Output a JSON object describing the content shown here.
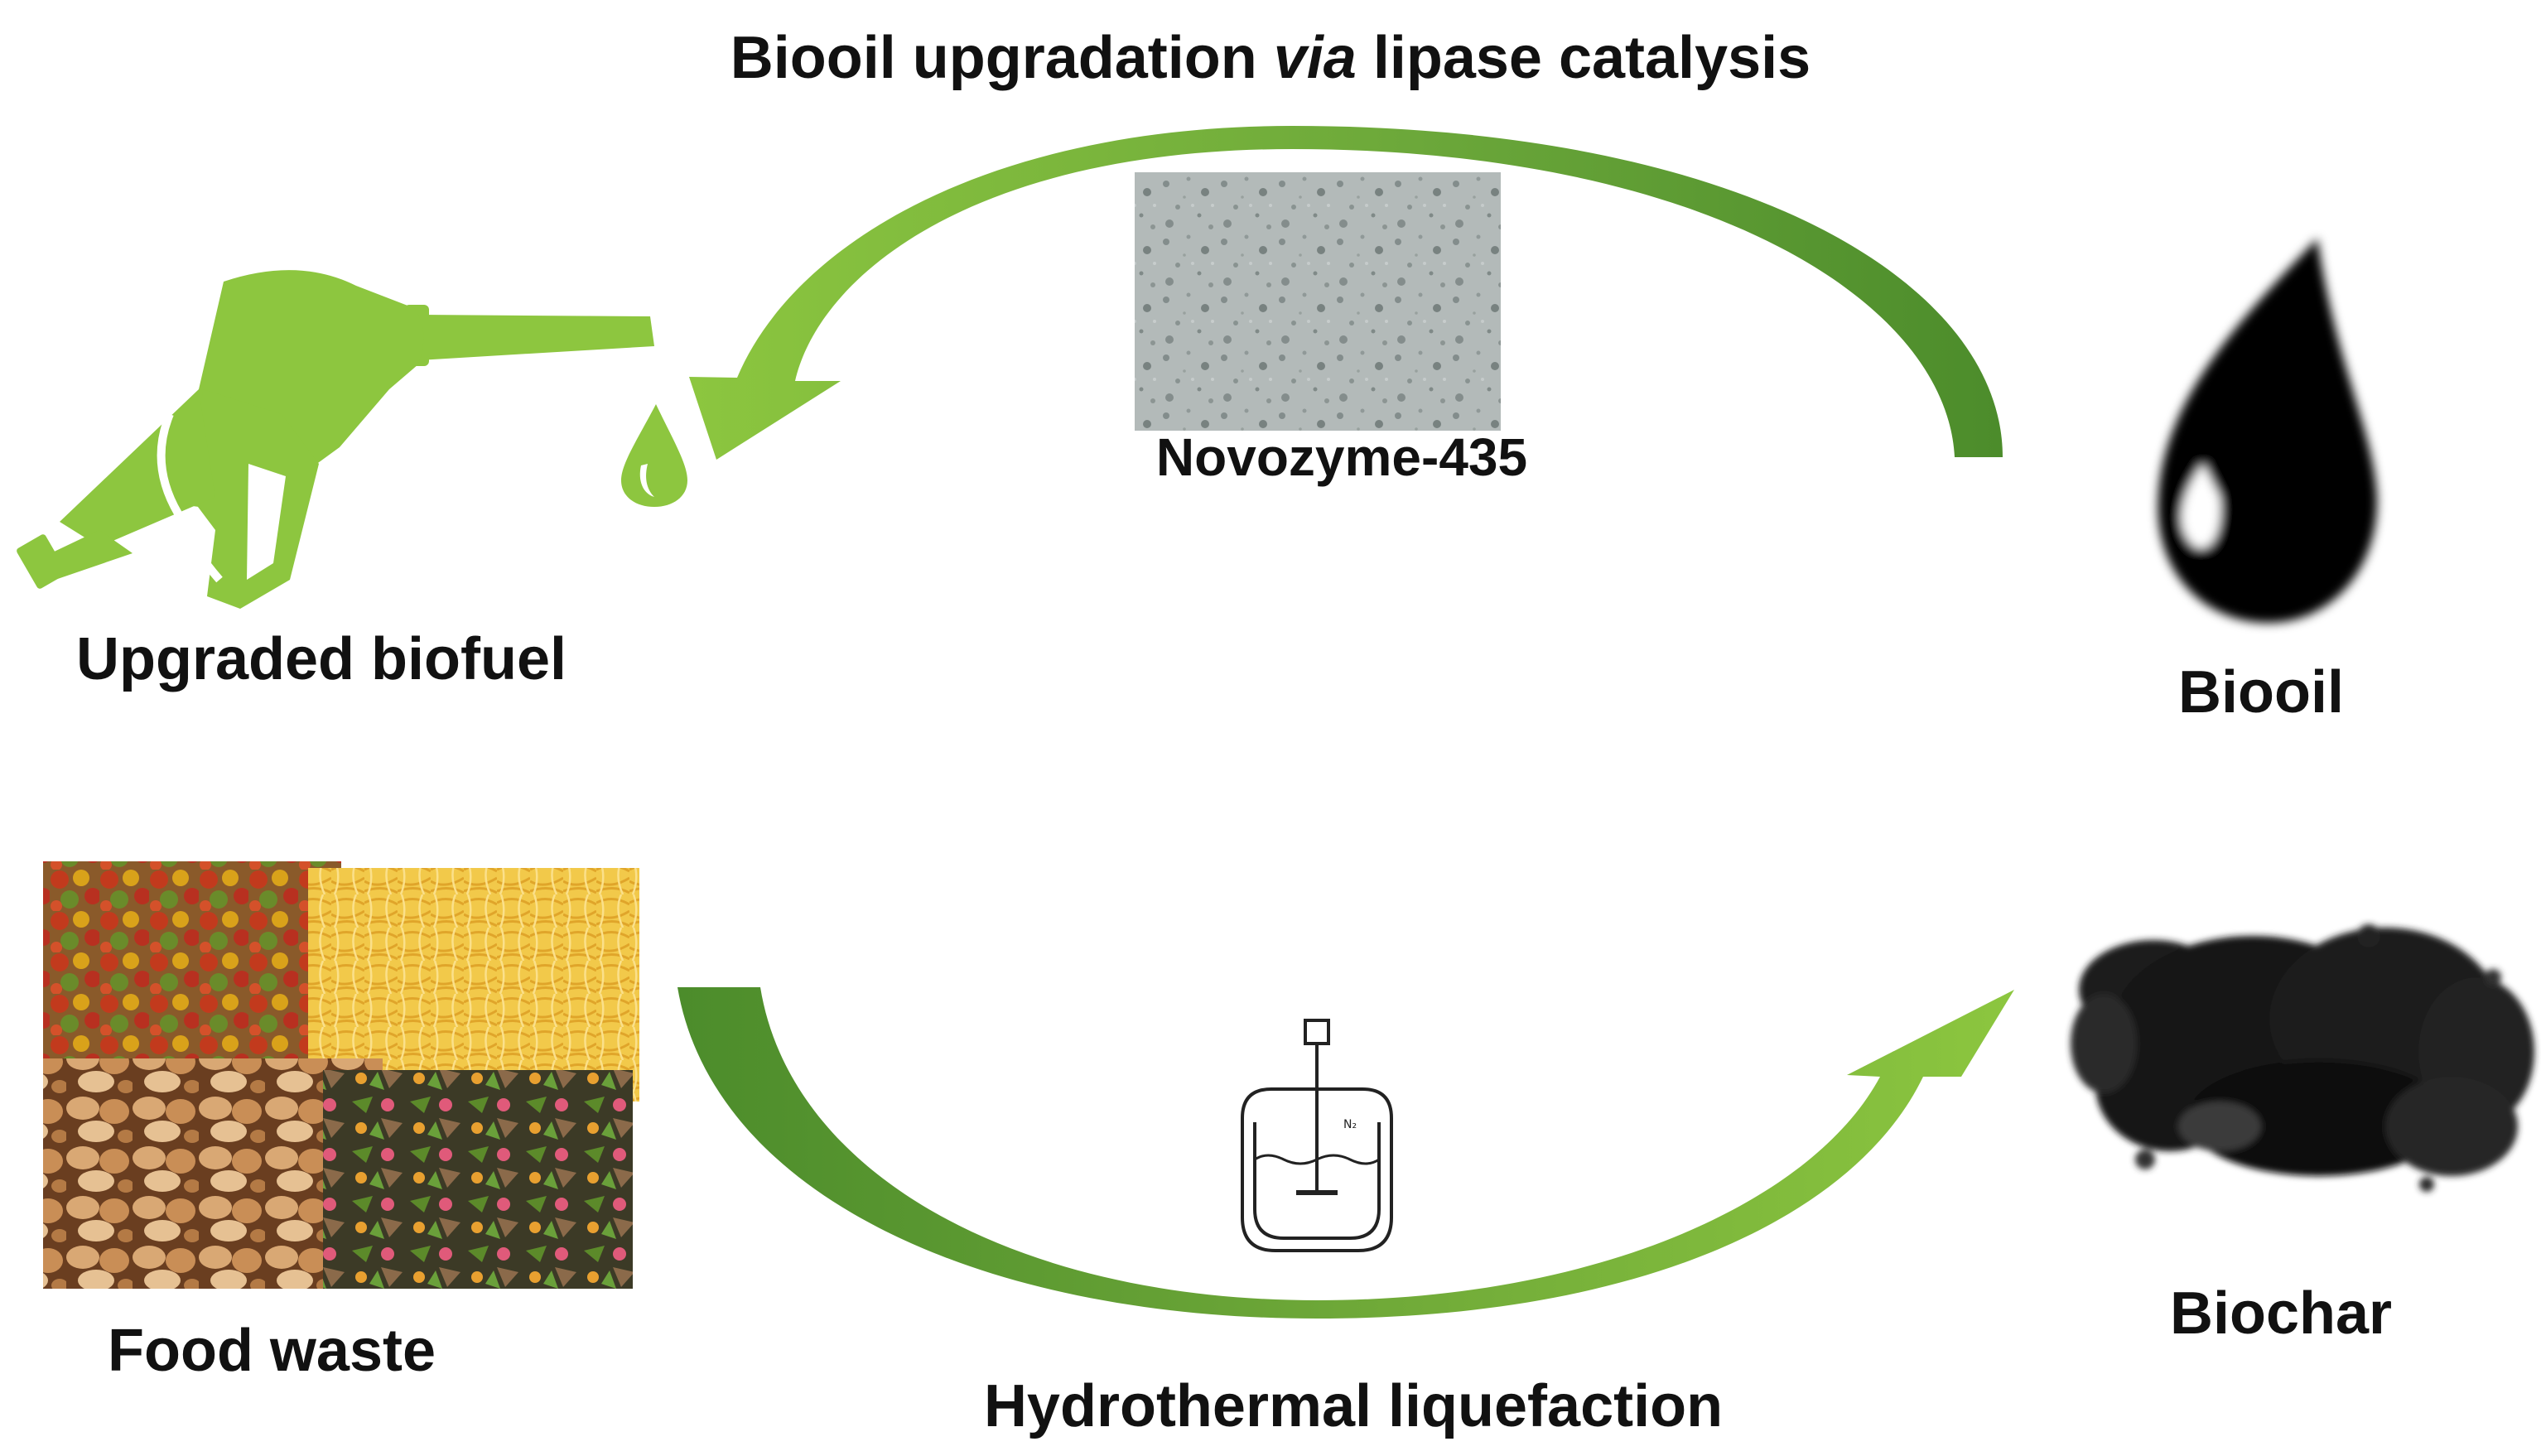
{
  "diagram": {
    "title_part1": "Biooil upgradation ",
    "title_italic": "via",
    "title_part2": " lipase catalysis",
    "catalyst_label": "Novozyme-435",
    "product_label": "Upgraded biofuel",
    "biooil_label": "Biooil",
    "feedstock_label": "Food waste",
    "biochar_label": "Biochar",
    "process_label": "Hydrothermal liquefaction",
    "reactor_gas_label": "N₂"
  },
  "colors": {
    "arrow_light": "#8cc63f",
    "arrow_dark": "#4c8c2b",
    "pump_green": "#8dc63f",
    "oil_black": "#000000"
  },
  "icons": [
    "fuel-nozzle-icon",
    "fuel-drop-icon",
    "oil-drop-icon",
    "reactor-icon",
    "biochar-image",
    "enzyme-beads-image",
    "food-waste-collage"
  ]
}
